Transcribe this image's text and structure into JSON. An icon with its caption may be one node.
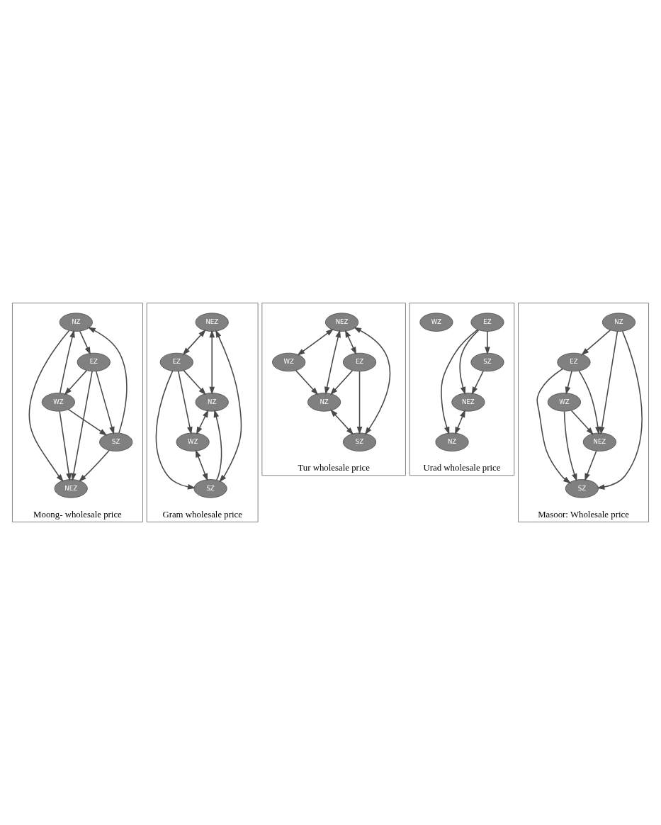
{
  "diagram": {
    "nodes": [
      {
        "text": [
          "Moong- wholesale price"
        ]
      },
      {
        "text": [
          "NZ"
        ],
        "in": 0
      },
      {
        "text": [
          "NEZ"
        ],
        "in": 0
      },
      {
        "text": [
          "WZ"
        ],
        "in": 0
      },
      {
        "text": [
          "SZ"
        ],
        "in": 0
      },
      {
        "text": [
          "EZ"
        ],
        "in": 0
      },
      {
        "text": [
          "Gram wholesale price"
        ]
      },
      {
        "text": [
          "NZ"
        ],
        "in": 6
      },
      {
        "text": [
          "NEZ"
        ],
        "in": 6
      },
      {
        "text": [
          "WZ"
        ],
        "in": 6
      },
      {
        "text": [
          "SZ"
        ],
        "in": 6
      },
      {
        "text": [
          "EZ"
        ],
        "in": 6
      },
      {
        "text": [
          "Tur wholesale price"
        ]
      },
      {
        "text": [
          "NZ"
        ],
        "in": 12
      },
      {
        "text": [
          "NEZ"
        ],
        "in": 12
      },
      {
        "text": [
          "SZ"
        ],
        "in": 12
      },
      {
        "text": [
          "WZ"
        ],
        "in": 12
      },
      {
        "text": [
          "EZ"
        ],
        "in": 12
      },
      {
        "text": [
          "Urad wholesale price"
        ]
      },
      {
        "text": [
          "NZ"
        ],
        "in": 18
      },
      {
        "text": [
          "NEZ"
        ],
        "in": 18
      },
      {
        "text": [
          "EZ"
        ],
        "in": 18
      },
      {
        "text": [
          "SZ"
        ],
        "in": 18
      },
      {
        "text": [
          "WZ"
        ],
        "in": 18
      },
      {
        "text": [
          "Masoor: Wholesale price"
        ]
      },
      {
        "text": [
          "EZ"
        ],
        "in": 24
      },
      {
        "text": [
          "NEZ"
        ],
        "in": 24
      },
      {
        "text": [
          "NZ"
        ],
        "in": 24
      },
      {
        "text": [
          "SZ"
        ],
        "in": 24
      },
      {
        "text": [
          "WZ"
        ],
        "in": 24
      }
    ],
    "edges": [
      {
        "from": 1,
        "to": 2,
        "arrow": "to"
      },
      {
        "from": 4,
        "to": 1,
        "arrow": "to"
      },
      {
        "from": 3,
        "to": 1,
        "arrow": "to"
      },
      {
        "from": 3,
        "to": 2,
        "arrow": "to"
      },
      {
        "from": 3,
        "to": 4,
        "arrow": "to"
      },
      {
        "from": 1,
        "to": 5,
        "arrow": "to"
      },
      {
        "from": 4,
        "to": 2,
        "arrow": "to"
      },
      {
        "from": 5,
        "to": 3,
        "arrow": "to"
      },
      {
        "from": 5,
        "to": 2,
        "arrow": "to"
      },
      {
        "from": 5,
        "to": 4,
        "arrow": "to"
      },
      {
        "from": 8,
        "to": 7,
        "arrow": "both"
      },
      {
        "from": 10,
        "to": 7,
        "arrow": "to"
      },
      {
        "from": 7,
        "to": 9,
        "arrow": "both"
      },
      {
        "from": 8,
        "to": 10,
        "arrow": "both"
      },
      {
        "from": 9,
        "to": 10,
        "arrow": "both"
      },
      {
        "from": 8,
        "to": 11,
        "arrow": "both"
      },
      {
        "from": 11,
        "to": 9,
        "arrow": "to"
      },
      {
        "from": 11,
        "to": 7,
        "arrow": "to"
      },
      {
        "from": 11,
        "to": 10,
        "arrow": "to"
      },
      {
        "from": 14,
        "to": 13,
        "arrow": "both"
      },
      {
        "from": 16,
        "to": 13,
        "arrow": "to"
      },
      {
        "from": 13,
        "to": 15,
        "arrow": "both"
      },
      {
        "from": 14,
        "to": 15,
        "arrow": "both"
      },
      {
        "from": 14,
        "to": 16,
        "arrow": "both"
      },
      {
        "from": 14,
        "to": 17,
        "arrow": "both"
      },
      {
        "from": 17,
        "to": 15,
        "arrow": "to"
      },
      {
        "from": 17,
        "to": 13,
        "arrow": "to"
      },
      {
        "from": 20,
        "to": 19,
        "arrow": "both"
      },
      {
        "from": 21,
        "to": 19,
        "arrow": "to"
      },
      {
        "from": 22,
        "to": 20,
        "arrow": "to"
      },
      {
        "from": 21,
        "to": 20,
        "arrow": "to"
      },
      {
        "from": 21,
        "to": 22,
        "arrow": "to"
      },
      {
        "from": 25,
        "to": 26,
        "arrow": "to"
      },
      {
        "from": 25,
        "to": 28,
        "arrow": "to"
      },
      {
        "from": 27,
        "to": 25,
        "arrow": "to"
      },
      {
        "from": 27,
        "to": 26,
        "arrow": "to"
      },
      {
        "from": 27,
        "to": 28,
        "arrow": "to"
      },
      {
        "from": 25,
        "to": 29,
        "arrow": "to"
      },
      {
        "from": 26,
        "to": 28,
        "arrow": "to"
      },
      {
        "from": 29,
        "to": 26,
        "arrow": "to"
      },
      {
        "from": 29,
        "to": 28,
        "arrow": "to"
      }
    ]
  }
}
